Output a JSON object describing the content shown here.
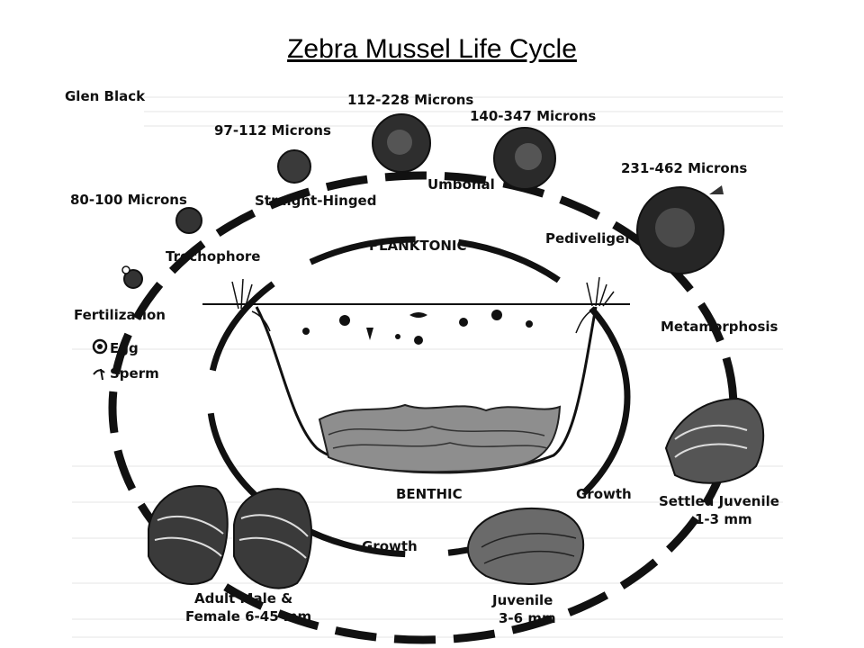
{
  "title": "Zebra Mussel Life Cycle",
  "diagram": {
    "credit": "Glen Black",
    "stages": {
      "egg": "Egg",
      "sperm": "Sperm",
      "fertilization": "Fertilization",
      "trochophore": "Trochophore",
      "trochophore_size": "80-100 Microns",
      "straight_hinged": "Straight-Hinged",
      "straight_hinged_size": "97-112 Microns",
      "umbonal": "Umbonal",
      "umbonal_size_a": "112-228  Microns",
      "umbonal_size_b": "140-347  Microns",
      "pediveliger": "Pediveliger",
      "pediveliger_size": "231-462  Microns",
      "metamorphosis": "Metamorphosis",
      "settled_juvenile": "Settled Juvenile",
      "settled_juvenile_size": "1-3 mm",
      "growth_1": "Growth",
      "juvenile": "Juvenile",
      "juvenile_size": "3-6 mm",
      "growth_2": "Growth",
      "adult": "Adult Male &",
      "adult_size": "Female 6-45 mm"
    },
    "zones": {
      "planktonic": "PLANKTONIC",
      "benthic": "BENTHIC"
    },
    "colors": {
      "ink": "#111111",
      "shell": "#2a2a2a",
      "sediment": "#9a9a9a"
    }
  }
}
